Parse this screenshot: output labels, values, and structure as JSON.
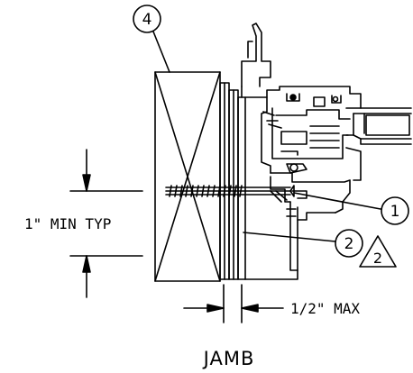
{
  "drawing": {
    "title": "JAMB",
    "dim_min": "1\" MIN TYP",
    "dim_max": "1/2\" MAX",
    "callouts": {
      "c4": "4",
      "c1": "1",
      "c2": "2",
      "rev2": "2"
    }
  }
}
